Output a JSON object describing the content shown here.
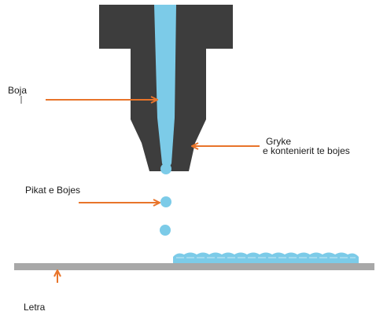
{
  "labels": {
    "boja": "Boja",
    "gryke_line1": "Gryke",
    "gryke_line2": "e kontenierit te bojes",
    "pikat": "Pikat e Bojes",
    "letra": "Letra"
  },
  "colors": {
    "nozzle": "#3d3d3d",
    "ink": "#7ccbe8",
    "arrow": "#e8742a",
    "paper": "#a8a8a8",
    "text": "#1a1a1a"
  }
}
